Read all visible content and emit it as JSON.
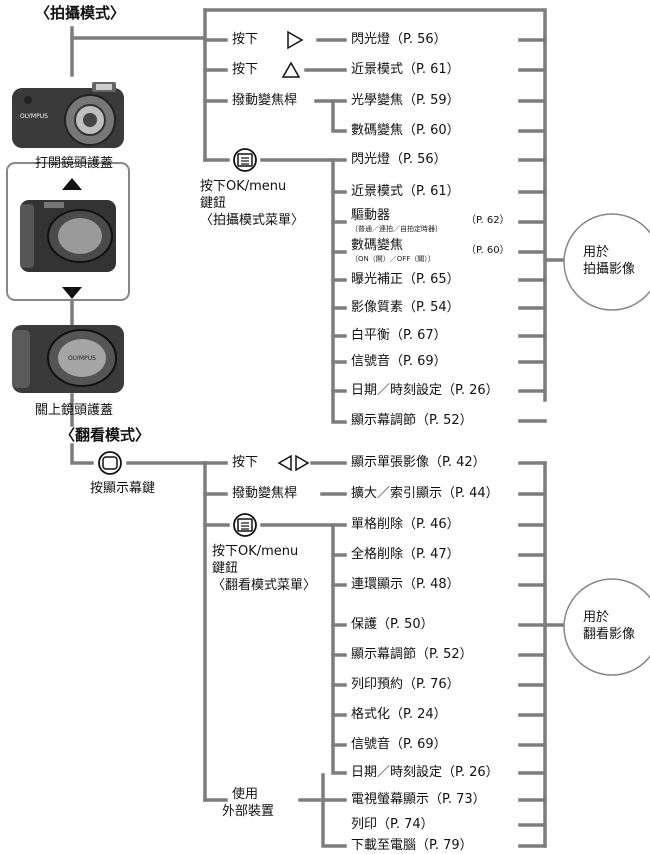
{
  "shooting": {
    "mode_title": "〈拍攝模式〉",
    "open_cover": "打開鏡頭護蓋",
    "close_cover": "關上鏡頭護蓋",
    "press_1": "按下",
    "press_2": "按下",
    "zoom_lever": "撥動變焦桿",
    "menu_label_1": "按下OK/menu",
    "menu_label_2": "鍵鈕",
    "menu_label_3": "〈拍攝模式菜單〉",
    "direct_items": [
      "閃光燈（P. 56）",
      "近景模式（P. 61）",
      "光學變焦（P. 59）",
      "數碼變焦（P. 60）"
    ],
    "menu_items": [
      "閃光燈（P. 56）",
      "近景模式（P. 61）",
      "驅動器",
      "數碼變焦",
      "曝光補正（P. 65）",
      "影像質素（P. 54）",
      "白平衡（P. 67）",
      "信號音（P. 69）",
      "日期／時刻設定（P. 26）",
      "顯示幕調節（P. 52）"
    ],
    "drive_sub": "〔普通／連拍／自拍定時器〕",
    "drive_ref": "（P. 62）",
    "dzoom_sub": "〔ON（開）／OFF（關）〕",
    "dzoom_ref": "（P. 60）",
    "usage_1": "用於",
    "usage_2": "拍攝影像"
  },
  "playback": {
    "mode_title": "〈翻看模式〉",
    "button_label": "按顯示幕鍵",
    "press": "按下",
    "zoom_lever": "撥動變焦桿",
    "menu_label_1": "按下OK/menu",
    "menu_label_2": "鍵鈕",
    "menu_label_3": "〈翻看模式菜單〉",
    "external_1": "使用",
    "external_2": "外部裝置",
    "direct_items": [
      "顯示單張影像（P. 42）",
      "擴大／索引顯示（P. 44）"
    ],
    "menu_items": [
      "單格削除（P. 46）",
      "全格削除（P. 47）",
      "連環顯示（P. 48）",
      "保護（P. 50）",
      "顯示幕調節（P. 52）",
      "列印預約（P. 76）",
      "格式化（P. 24）",
      "信號音（P. 69）",
      "日期／時刻設定（P. 26）"
    ],
    "external_items": [
      "電視螢幕顯示（P. 73）",
      "列印（P. 74）",
      "下載至電腦（P. 79）"
    ],
    "usage_1": "用於",
    "usage_2": "翻看影像"
  },
  "icons": [
    "right-arrow-button-icon",
    "up-arrow-button-icon",
    "left-right-arrow-buttons-icon",
    "menu-button-icon",
    "monitor-button-icon",
    "camera-lens-open-icon",
    "camera-lens-closed-icon"
  ]
}
